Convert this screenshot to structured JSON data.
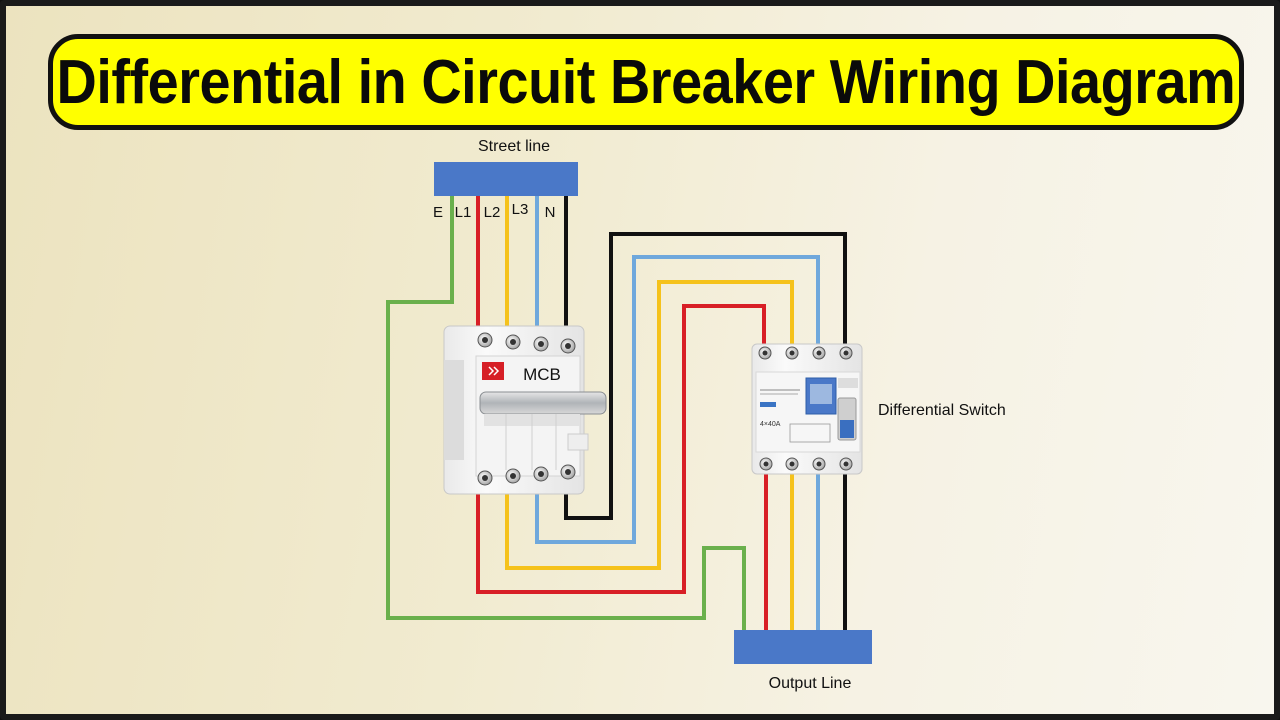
{
  "title": "Differential in Circuit Breaker Wiring Diagram",
  "street_line": {
    "label": "Street line",
    "terminals": [
      "E",
      "L1",
      "L2",
      "L3",
      "N"
    ]
  },
  "mcb": {
    "label": "MCB"
  },
  "differential_switch": {
    "label": "Differential Switch",
    "rating": "4×40A"
  },
  "output_line": {
    "label": "Output Line"
  },
  "wire_colors": {
    "earth": "#6ab04c",
    "l1": "#d81f26",
    "l2": "#f5c21b",
    "l3": "#6fa8dc",
    "neutral": "#111111"
  },
  "bus_color": "#4a78c8"
}
